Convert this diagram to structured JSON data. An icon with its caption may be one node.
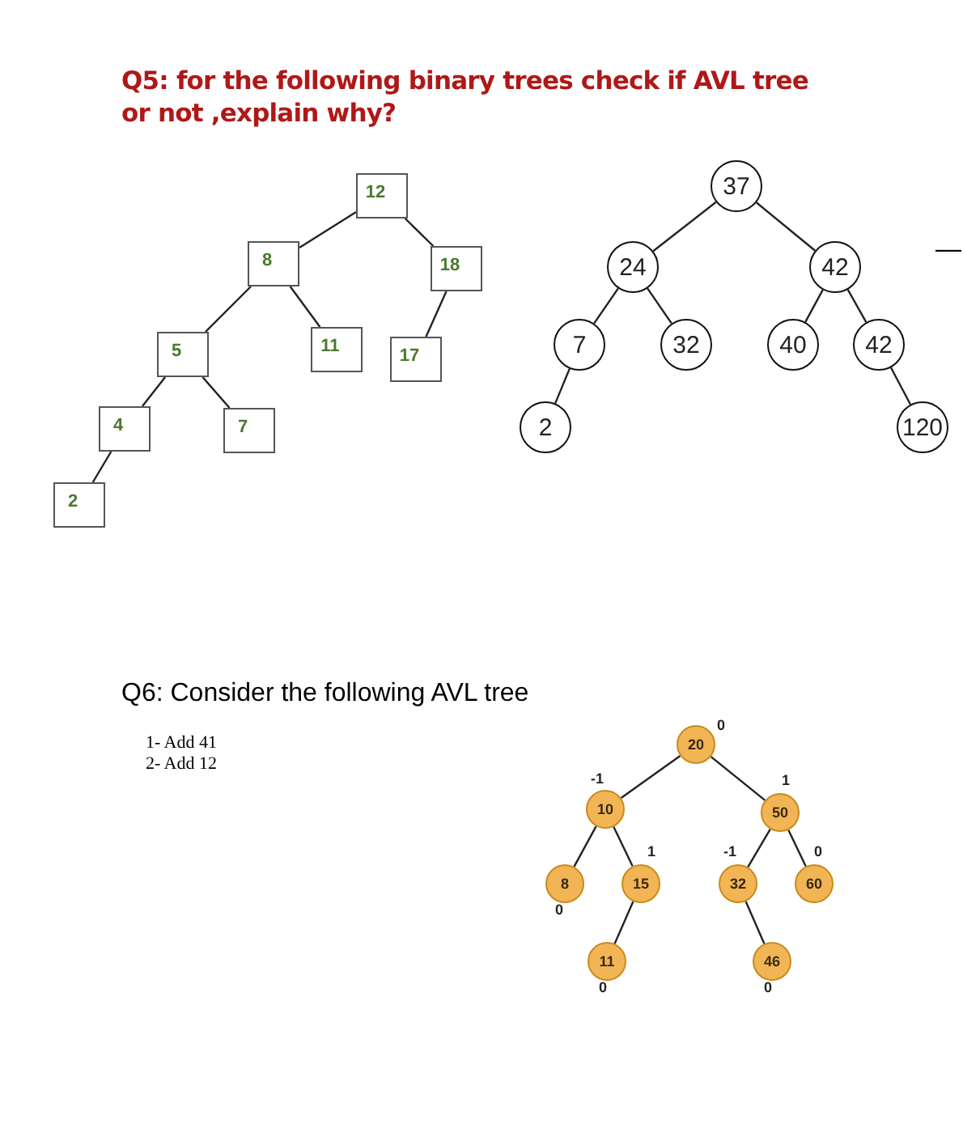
{
  "diagram": {
    "title": "Q5: for the following binary trees check if AVL tree or not ,explain why?",
    "nodes": [
      {
        "text": [
          "12"
        ]
      },
      {
        "text": [
          "8"
        ]
      },
      {
        "text": [
          "18"
        ]
      },
      {
        "text": [
          "5"
        ]
      },
      {
        "text": [
          "11"
        ]
      },
      {
        "text": [
          "17"
        ]
      },
      {
        "text": [
          "4"
        ]
      },
      {
        "text": [
          "7"
        ]
      },
      {
        "text": [
          "2"
        ]
      },
      {
        "text": [
          "37"
        ]
      },
      {
        "text": [
          "24"
        ]
      },
      {
        "text": [
          "42"
        ]
      },
      {
        "text": [
          "7"
        ]
      },
      {
        "text": [
          "32"
        ]
      },
      {
        "text": [
          "40"
        ]
      },
      {
        "text": [
          "42"
        ]
      },
      {
        "text": [
          "2"
        ]
      },
      {
        "text": [
          "120"
        ]
      },
      {
        "text": [
          "20"
        ],
        "beside": [
          "0"
        ]
      },
      {
        "text": [
          "10"
        ],
        "beside": [
          "-1"
        ]
      },
      {
        "text": [
          "50"
        ],
        "beside": [
          "1"
        ]
      },
      {
        "text": [
          "8"
        ],
        "beside": [
          "0"
        ]
      },
      {
        "text": [
          "15"
        ],
        "beside": [
          "1"
        ]
      },
      {
        "text": [
          "32"
        ],
        "beside": [
          "-1"
        ]
      },
      {
        "text": [
          "60"
        ],
        "beside": [
          "0"
        ]
      },
      {
        "text": [
          "11"
        ],
        "beside": [
          "0"
        ]
      },
      {
        "text": [
          "46"
        ],
        "beside": [
          "0"
        ]
      }
    ],
    "edges": [
      {
        "from": 0,
        "to": 1,
        "arrow": "none"
      },
      {
        "from": 0,
        "to": 2,
        "arrow": "none"
      },
      {
        "from": 1,
        "to": 3,
        "arrow": "none"
      },
      {
        "from": 1,
        "to": 4,
        "arrow": "none"
      },
      {
        "from": 2,
        "to": 5,
        "arrow": "none"
      },
      {
        "from": 3,
        "to": 6,
        "arrow": "none"
      },
      {
        "from": 3,
        "to": 7,
        "arrow": "none"
      },
      {
        "from": 6,
        "to": 8,
        "arrow": "none"
      },
      {
        "from": 9,
        "to": 10,
        "arrow": "none"
      },
      {
        "from": 9,
        "to": 11,
        "arrow": "none"
      },
      {
        "from": 10,
        "to": 12,
        "arrow": "none"
      },
      {
        "from": 10,
        "to": 13,
        "arrow": "none"
      },
      {
        "from": 11,
        "to": 14,
        "arrow": "none"
      },
      {
        "from": 11,
        "to": 15,
        "arrow": "none"
      },
      {
        "from": 12,
        "to": 16,
        "arrow": "none"
      },
      {
        "from": 15,
        "to": 17,
        "arrow": "none"
      },
      {
        "from": 18,
        "to": 19,
        "arrow": "none"
      },
      {
        "from": 18,
        "to": 20,
        "arrow": "none"
      },
      {
        "from": 19,
        "to": 21,
        "arrow": "none"
      },
      {
        "from": 19,
        "to": 22,
        "arrow": "none"
      },
      {
        "from": 20,
        "to": 23,
        "arrow": "none"
      },
      {
        "from": 20,
        "to": 24,
        "arrow": "none"
      },
      {
        "from": 22,
        "to": 25,
        "arrow": "none"
      },
      {
        "from": 23,
        "to": 26,
        "arrow": "none"
      }
    ],
    "labels": [
      "—",
      "Q6: Consider the following AVL tree",
      "1- Add 41",
      "2- Add 12"
    ]
  }
}
